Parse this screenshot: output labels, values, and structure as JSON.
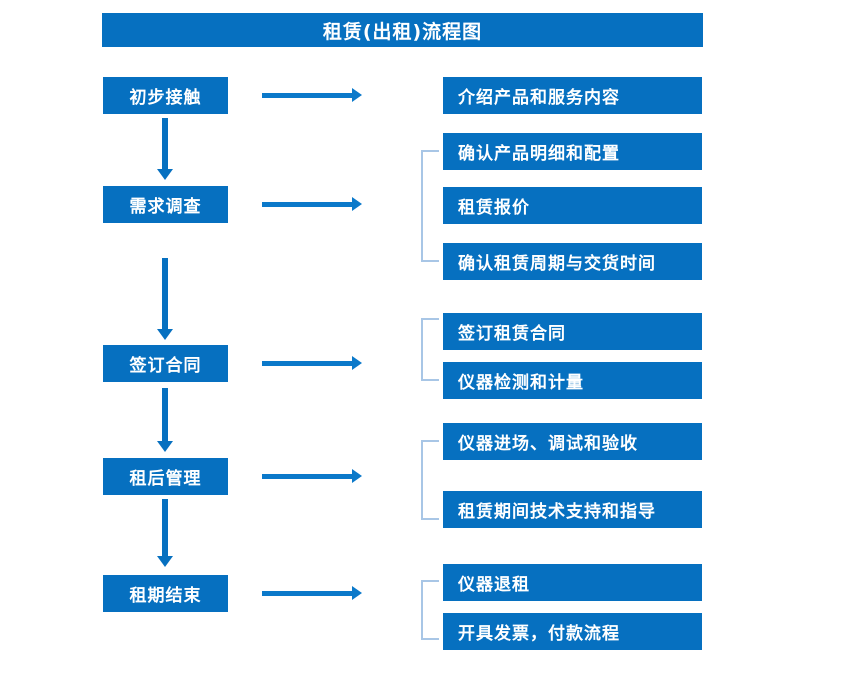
{
  "diagram": {
    "title": "租赁(出租)流程图",
    "colors": {
      "box_fill": "#0670c0",
      "box_text": "#ffffff",
      "arrow": "#0b79ca",
      "bracket": "#a8c6e6",
      "background": "#ffffff"
    },
    "stages": [
      {
        "id": "stage-1",
        "label": "初步接触"
      },
      {
        "id": "stage-2",
        "label": "需求调查"
      },
      {
        "id": "stage-3",
        "label": "签订合同"
      },
      {
        "id": "stage-4",
        "label": "租后管理"
      },
      {
        "id": "stage-5",
        "label": "租期结束"
      }
    ],
    "details": {
      "stage_1": [
        "介绍产品和服务内容"
      ],
      "stage_2": [
        "确认产品明细和配置",
        "租赁报价",
        "确认租赁周期与交货时间"
      ],
      "stage_3": [
        "签订租赁合同",
        "仪器检测和计量"
      ],
      "stage_4": [
        "仪器进场、调试和验收",
        "租赁期间技术支持和指导"
      ],
      "stage_5": [
        "仪器退租",
        "开具发票，付款流程"
      ]
    }
  }
}
